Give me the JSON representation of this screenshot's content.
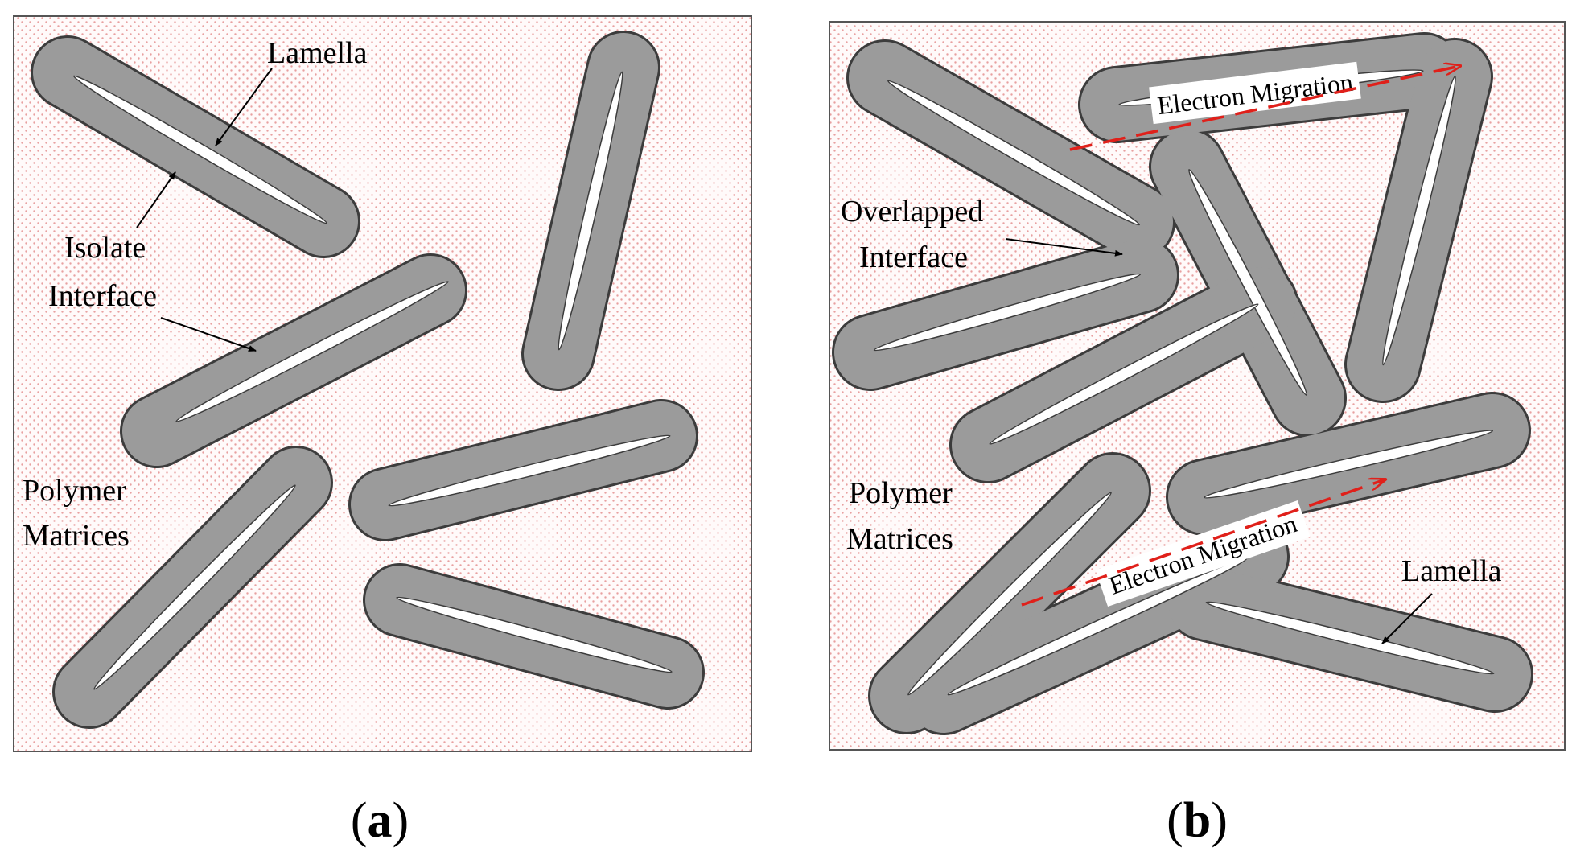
{
  "panel_a": {
    "caption_open": "(",
    "caption_letter": "a",
    "caption_close": ")",
    "label_lamella": "Lamella",
    "label_isolate": "Isolate",
    "label_interface": "Interface",
    "label_polymer": "Polymer",
    "label_matrices": "Matrices"
  },
  "panel_b": {
    "caption_open": "(",
    "caption_letter": "b",
    "caption_close": ")",
    "label_overlapped": "Overlapped",
    "label_interface": "Interface",
    "label_polymer": "Polymer",
    "label_matrices": "Matrices",
    "label_lamella": "Lamella",
    "migration_top": "Electron Migration",
    "migration_bottom": "Electron Migration"
  },
  "colors": {
    "matrix_background": "#fffafa",
    "matrix_dots": "#e8a0a0",
    "interface_gray": "#9b9b9b",
    "interface_outline": "#3c3c3c",
    "lamella_fill": "#ffffff",
    "migration_arrow": "#e0201a",
    "panel_border": "#555555"
  }
}
